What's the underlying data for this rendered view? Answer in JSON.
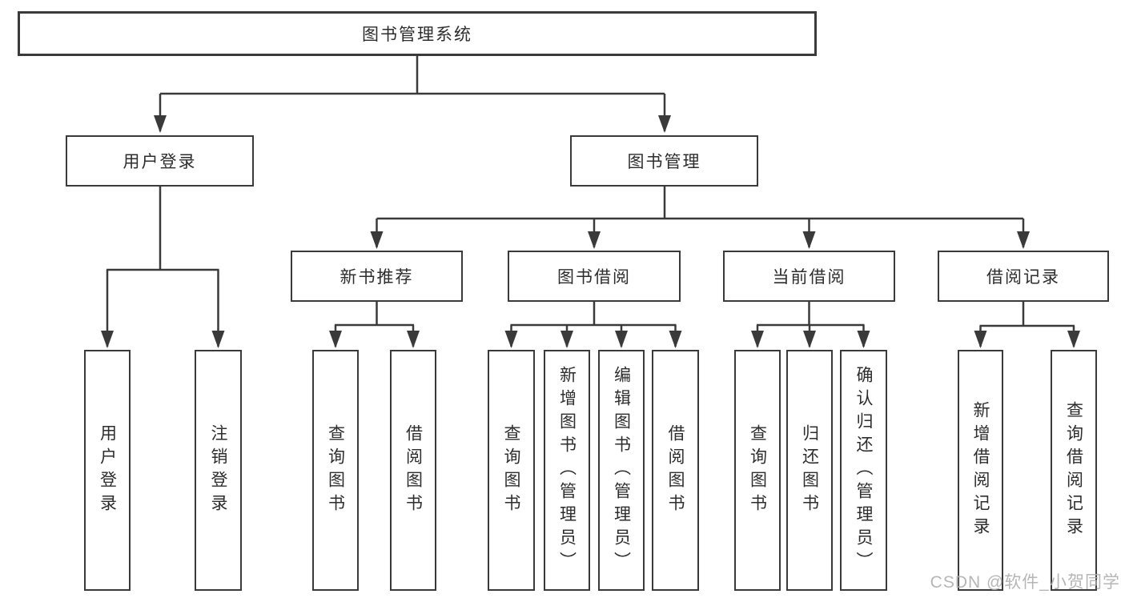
{
  "diagram": {
    "root": {
      "label": "图书管理系统"
    },
    "branches": [
      {
        "label": "用户登录",
        "children": [
          {
            "label": "用户登录"
          },
          {
            "label": "注销登录"
          }
        ]
      },
      {
        "label": "图书管理",
        "children": [
          {
            "label": "新书推荐",
            "children": [
              {
                "label": "查询图书"
              },
              {
                "label": "借阅图书"
              }
            ]
          },
          {
            "label": "图书借阅",
            "children": [
              {
                "label": "查询图书"
              },
              {
                "label": "新增图书（管理员）"
              },
              {
                "label": "编辑图书（管理员）"
              },
              {
                "label": "借阅图书"
              }
            ]
          },
          {
            "label": "当前借阅",
            "children": [
              {
                "label": "查询图书"
              },
              {
                "label": "归还图书"
              },
              {
                "label": "确认归还（管理员）"
              }
            ]
          },
          {
            "label": "借阅记录",
            "children": [
              {
                "label": "新增借阅记录"
              },
              {
                "label": "查询借阅记录"
              }
            ]
          }
        ]
      }
    ]
  },
  "watermark": {
    "text": "CSDN @软件_小贺同学"
  },
  "colors": {
    "line": "#3a3a3a",
    "text": "#2d2d2d",
    "background": "#ffffff",
    "watermark": "#b0b0b0"
  }
}
